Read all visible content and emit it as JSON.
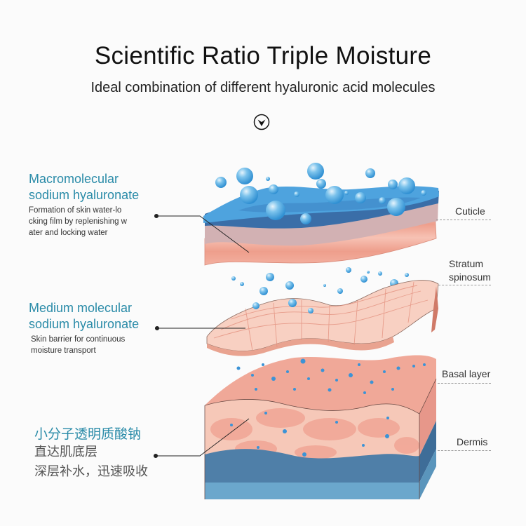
{
  "header": {
    "title": "Scientific Ratio Triple Moisture",
    "subtitle": "Ideal combination of different hyaluronic acid molecules",
    "scroll_icon": "chevron-down-circle-icon"
  },
  "left_labels": [
    {
      "title_line1": "Macromolecular",
      "title_line2": "sodium hyaluronate",
      "desc_line1": "Formation of skin water-lo",
      "desc_line2": "cking film by replenishing w",
      "desc_line3": "ater and locking water"
    },
    {
      "title_line1": "Medium molecular",
      "title_line2": "sodium hyaluronate",
      "desc_line1": "Skin barrier for continuous",
      "desc_line2": "moisture transport"
    },
    {
      "title_line1": "小分子透明质酸钠",
      "desc_line1": "直达肌底层",
      "desc_line2": "深层补水，迅速吸收"
    }
  ],
  "right_labels": [
    {
      "line1": "Cuticle"
    },
    {
      "line1": "Stratum",
      "line2": "spinosum"
    },
    {
      "line1": "Basal layer"
    },
    {
      "line1": "Dermis"
    }
  ],
  "colors": {
    "accent": "#2a8ba8",
    "water_blue": "#4aa8e0",
    "skin_pink": "#f2a999",
    "dermis_blue": "#4f7fa8"
  }
}
